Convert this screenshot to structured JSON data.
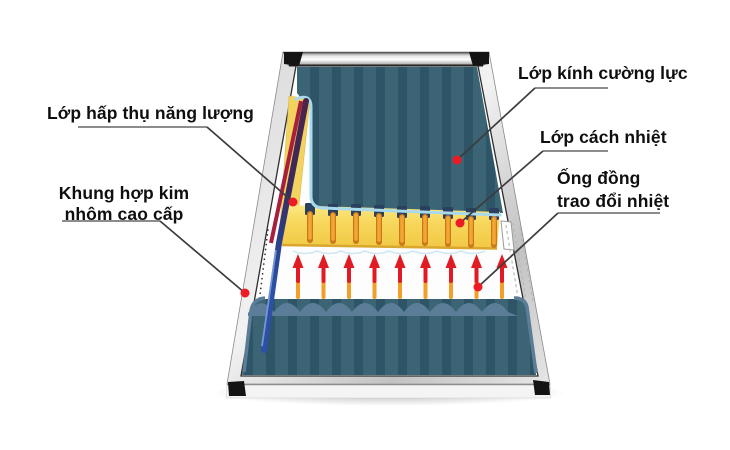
{
  "labels": {
    "absorber_layer": {
      "text": "Lớp hấp thụ năng lượng"
    },
    "frame": {
      "line1": "Khung hợp kim",
      "line2": "nhôm cao cấp"
    },
    "tempered_glass": {
      "text": "Lớp kính cường lực"
    },
    "insulation_layer": {
      "text": "Lớp cách nhiệt"
    },
    "copper_pipe": {
      "line1": "Ống đồng",
      "line2": "trao đổi nhiệt"
    }
  },
  "colors": {
    "marker_red": "#ed1c24",
    "panel_teal": "#3b6474",
    "panel_teal_stripe": "#2e5467",
    "insulation_yellow": "#f7d75c",
    "arrow_red": "#e01b24",
    "arrow_orange": "#f0a028",
    "outline_blue": "#a9d9ec",
    "frame_silver": "#d9d9d9",
    "pipe_purple": "#4b2449",
    "pipe_blue": "#2b50a5",
    "scallop_slate": "#5b7d98",
    "leader_line": "#3c3c3c"
  }
}
